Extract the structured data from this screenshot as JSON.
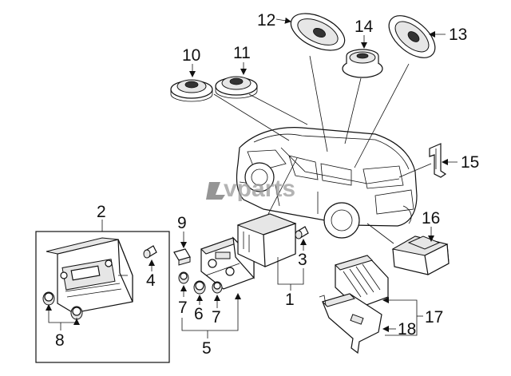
{
  "watermark": "vparts",
  "callouts": {
    "n1": "1",
    "n2": "2",
    "n3": "3",
    "n4": "4",
    "n5": "5",
    "n6": "6",
    "n7a": "7",
    "n7b": "7",
    "n8": "8",
    "n9": "9",
    "n10": "10",
    "n11": "11",
    "n12": "12",
    "n13": "13",
    "n14": "14",
    "n15": "15",
    "n16": "16",
    "n17": "17",
    "n18": "18"
  }
}
